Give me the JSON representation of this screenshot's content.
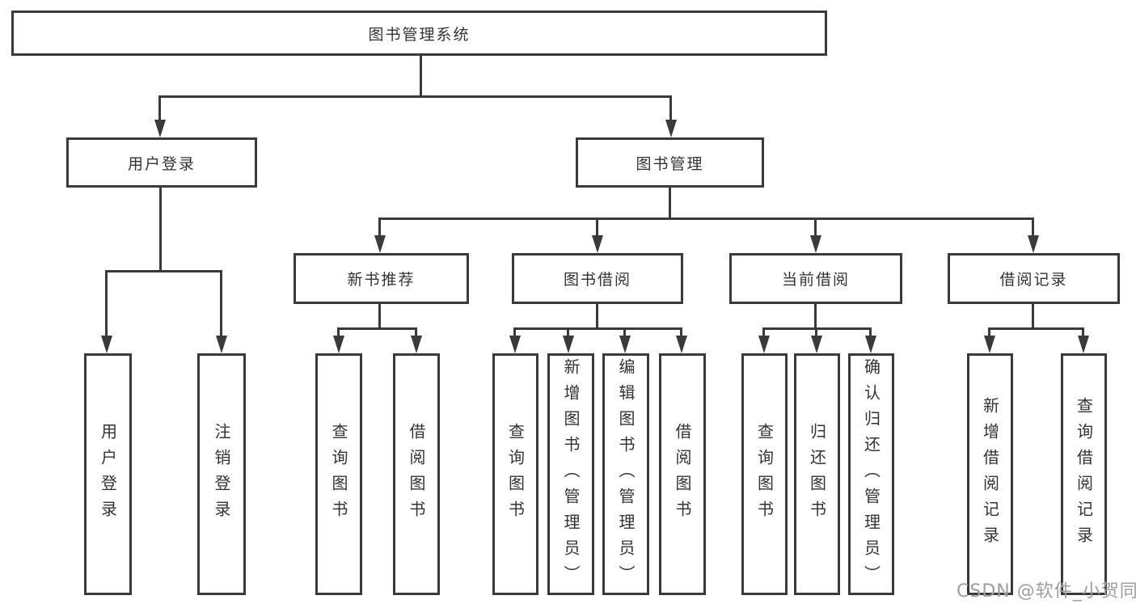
{
  "colors": {
    "line": "#3a3a3a",
    "text": "#333333",
    "background": "#ffffff",
    "watermark_color": "#9e9e9e"
  },
  "diagram": {
    "title": "图书管理系统",
    "level2": {
      "user_login": "用户登录",
      "book_management": "图书管理"
    },
    "level3": {
      "new_book_recommend": "新书推荐",
      "book_borrowing": "图书借阅",
      "current_borrowing": "当前借阅",
      "borrowing_records": "借阅记录"
    },
    "leaves": {
      "user_login": [
        "用户登录",
        "注销登录"
      ],
      "new_book_recommend": [
        "查询图书",
        "借阅图书"
      ],
      "book_borrowing": [
        "查询图书",
        "新增图书（管理员）",
        "编辑图书（管理员）",
        "借阅图书"
      ],
      "current_borrowing": [
        "查询图书",
        "归还图书",
        "确认归还（管理员）"
      ],
      "borrowing_records": [
        "新增借阅记录",
        "查询借阅记录"
      ]
    }
  },
  "watermark": {
    "text": "CSDN @软件_小贺同学"
  }
}
